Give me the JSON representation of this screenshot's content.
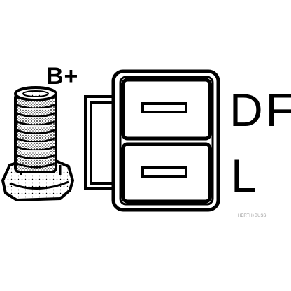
{
  "labels": {
    "terminal_b_plus": "B+",
    "terminal_df": "DF",
    "terminal_l": "L"
  },
  "watermark": {
    "text": "HERTH+BUSS"
  },
  "colors": {
    "ink": "#000000",
    "background": "#ffffff",
    "watermark": "#9a9a9a"
  },
  "icons": {
    "stud": "threaded-stud-icon",
    "connector": "two-pin-connector-plug-icon"
  }
}
